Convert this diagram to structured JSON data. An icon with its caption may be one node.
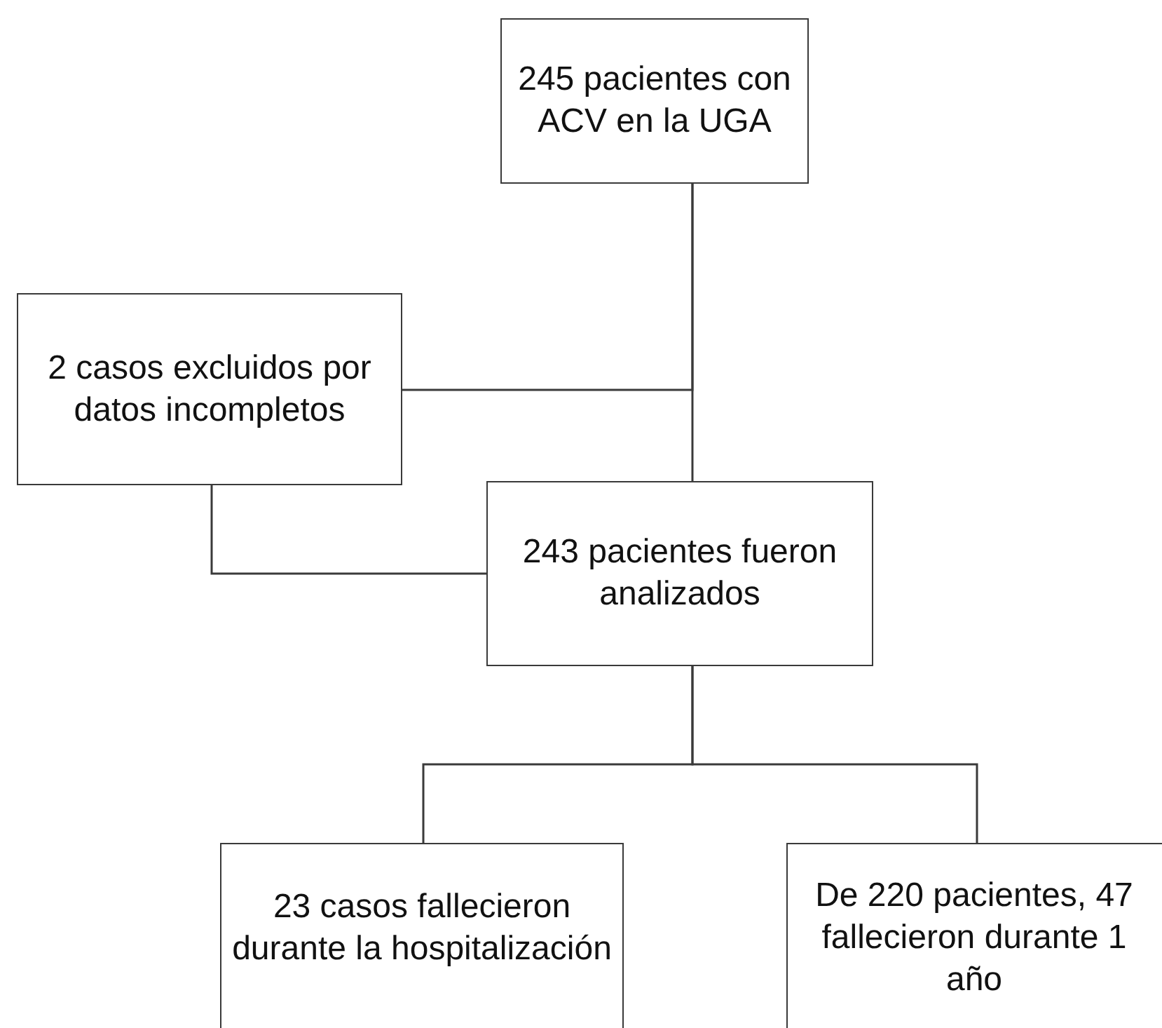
{
  "diagram": {
    "nodes": [
      {
        "text": [
          "245 pacientes con ACV en la UGA"
        ]
      },
      {
        "text": [
          "2 casos excluidos por datos incompletos"
        ]
      },
      {
        "text": [
          "243 pacientes fueron analizados"
        ]
      },
      {
        "text": [
          "23 casos fallecieron durante la hospitalización"
        ]
      },
      {
        "text": [
          "De 220 pacientes, 47 fallecieron durante 1 año"
        ]
      }
    ],
    "edges": [
      {
        "from": 0,
        "to": 2,
        "arrow": "none"
      },
      {
        "from": 0,
        "to": 1,
        "arrow": "none"
      },
      {
        "from": 1,
        "to": 2,
        "arrow": "none"
      },
      {
        "from": 2,
        "to": 3,
        "arrow": "none"
      },
      {
        "from": 2,
        "to": 4,
        "arrow": "none"
      }
    ]
  }
}
